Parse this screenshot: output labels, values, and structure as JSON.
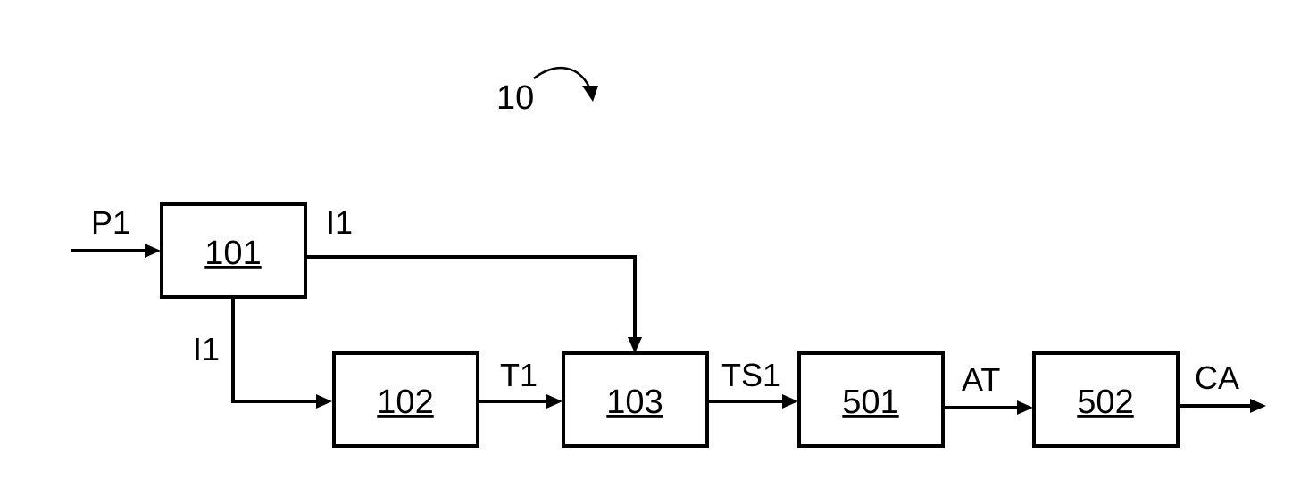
{
  "figure": {
    "reference_numeral": "10"
  },
  "blocks": [
    {
      "id": "b101",
      "label": "101"
    },
    {
      "id": "b102",
      "label": "102"
    },
    {
      "id": "b103",
      "label": "103"
    },
    {
      "id": "b501",
      "label": "501"
    },
    {
      "id": "b502",
      "label": "502"
    }
  ],
  "signals": {
    "input_p1": "P1",
    "out101_right": "I1",
    "out101_down": "I1",
    "t1": "T1",
    "ts1": "TS1",
    "at": "AT",
    "ca": "CA"
  },
  "connections": [
    {
      "from": "input",
      "to": "101",
      "label": "P1"
    },
    {
      "from": "101",
      "to": "103",
      "label": "I1"
    },
    {
      "from": "101",
      "to": "102",
      "label": "I1"
    },
    {
      "from": "102",
      "to": "103",
      "label": "T1"
    },
    {
      "from": "103",
      "to": "501",
      "label": "TS1"
    },
    {
      "from": "501",
      "to": "502",
      "label": "AT"
    },
    {
      "from": "502",
      "to": "output",
      "label": "CA"
    }
  ]
}
